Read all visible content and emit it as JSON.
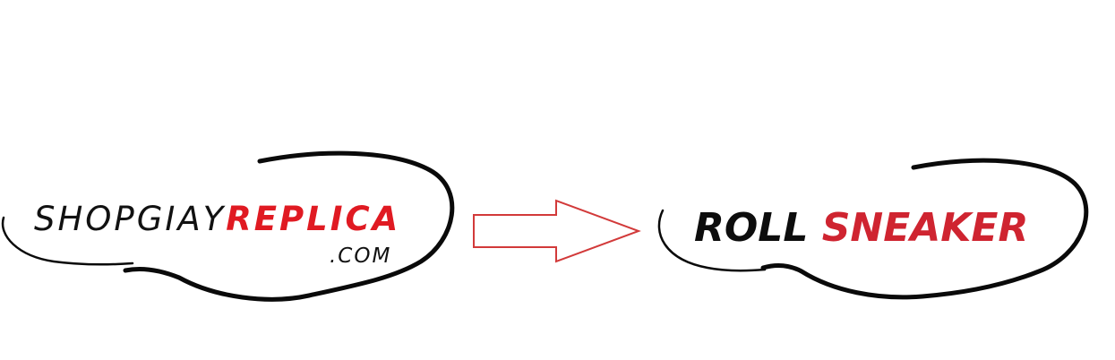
{
  "old_logo": {
    "word_dark": "SHOPGIAY",
    "word_red": "REPLICA",
    "suffix": ".COM"
  },
  "new_logo": {
    "word_dark": "ROLL",
    "word_red": "SNEAKER"
  },
  "arrow": {
    "icon": "right-arrow-icon",
    "stroke_color": "#d23a3a"
  },
  "colors": {
    "red_old": "#e01a22",
    "red_new": "#cf2430",
    "dark": "#111111"
  }
}
